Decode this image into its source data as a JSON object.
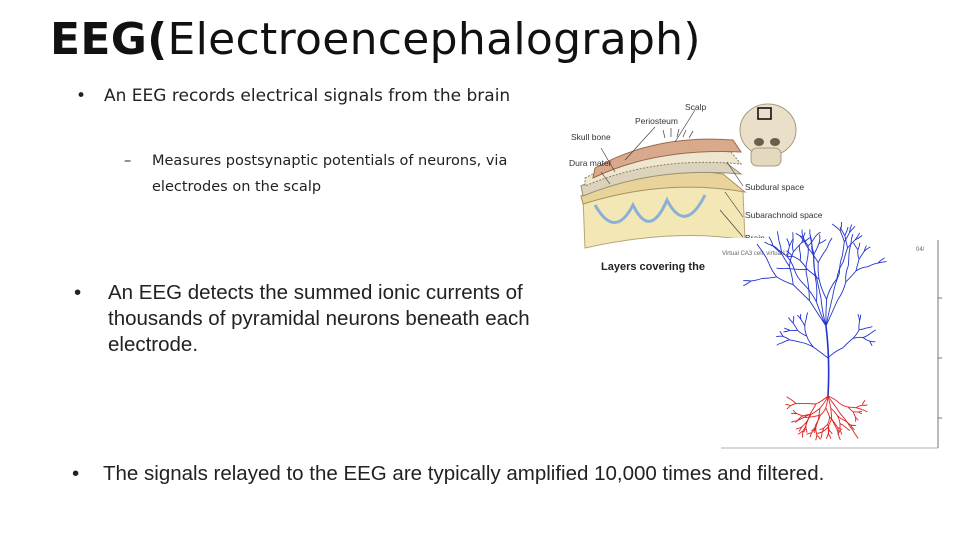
{
  "slide": {
    "title_bold": "EEG(",
    "title_rest": "Electroencephalograph)"
  },
  "bullets": {
    "b1": "An EEG records electrical signals from the brain",
    "b1_sub": "Measures postsynaptic potentials of neurons, via electrodes on the scalp",
    "b2": "An EEG detects the summed ionic currents of thousands of pyramidal neurons beneath each electrode.",
    "b3": "The signals relayed to the EEG are typically amplified 10,000 times and filtered."
  },
  "figure_layers": {
    "labels": {
      "scalp": "Scalp",
      "periosteum": "Periosteum",
      "skull_bone": "Skull bone",
      "dura_mater": "Dura mater",
      "subdural": "Subdural space",
      "subarachnoid": "Subarachnoid space",
      "brain": "Brain"
    },
    "caption": "Layers covering the"
  },
  "figure_neuron": {
    "header": "Virtual CA3 cell: virtual12",
    "corner": "04/"
  },
  "colors": {
    "dendrite_apical": "#2233cc",
    "dendrite_basal": "#dd2222",
    "bone": "#e9d9a8",
    "scalp": "#d8a98a",
    "brain": "#f3e7b6"
  }
}
